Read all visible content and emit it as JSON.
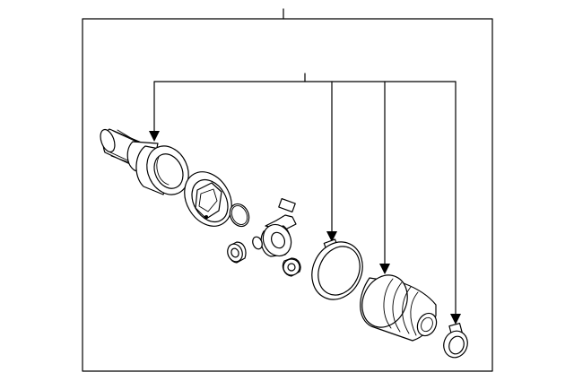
{
  "diagram": {
    "parts": [
      {
        "id": "outer-joint-housing",
        "icon": "cv-joint-housing"
      },
      {
        "id": "cage",
        "icon": "bearing-cage"
      },
      {
        "id": "snap-ring",
        "icon": "circlip"
      },
      {
        "id": "inner-race",
        "icon": "inner-race"
      },
      {
        "id": "balls",
        "icon": "ball-bearing"
      },
      {
        "id": "boot-clamp-large",
        "icon": "hose-clamp"
      },
      {
        "id": "boot",
        "icon": "bellows-boot"
      },
      {
        "id": "boot-clamp-small",
        "icon": "hose-clamp"
      }
    ]
  }
}
